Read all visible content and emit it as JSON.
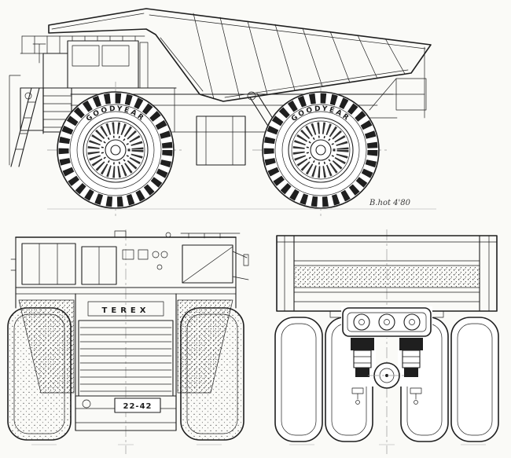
{
  "page": {
    "colors": {
      "ink": "#1f1f1f",
      "paper": "#fafaf7",
      "centerline": "#9a9a9a",
      "signature_ink": "#3a3a3a"
    }
  },
  "side_view": {
    "front_tire_brand": "GOODYEAR",
    "rear_tire_brand": "GOODYEAR",
    "signature": "B.hot 4'80"
  },
  "front_view": {
    "grille_badge": "TEREX",
    "plate_label": "22-42"
  }
}
